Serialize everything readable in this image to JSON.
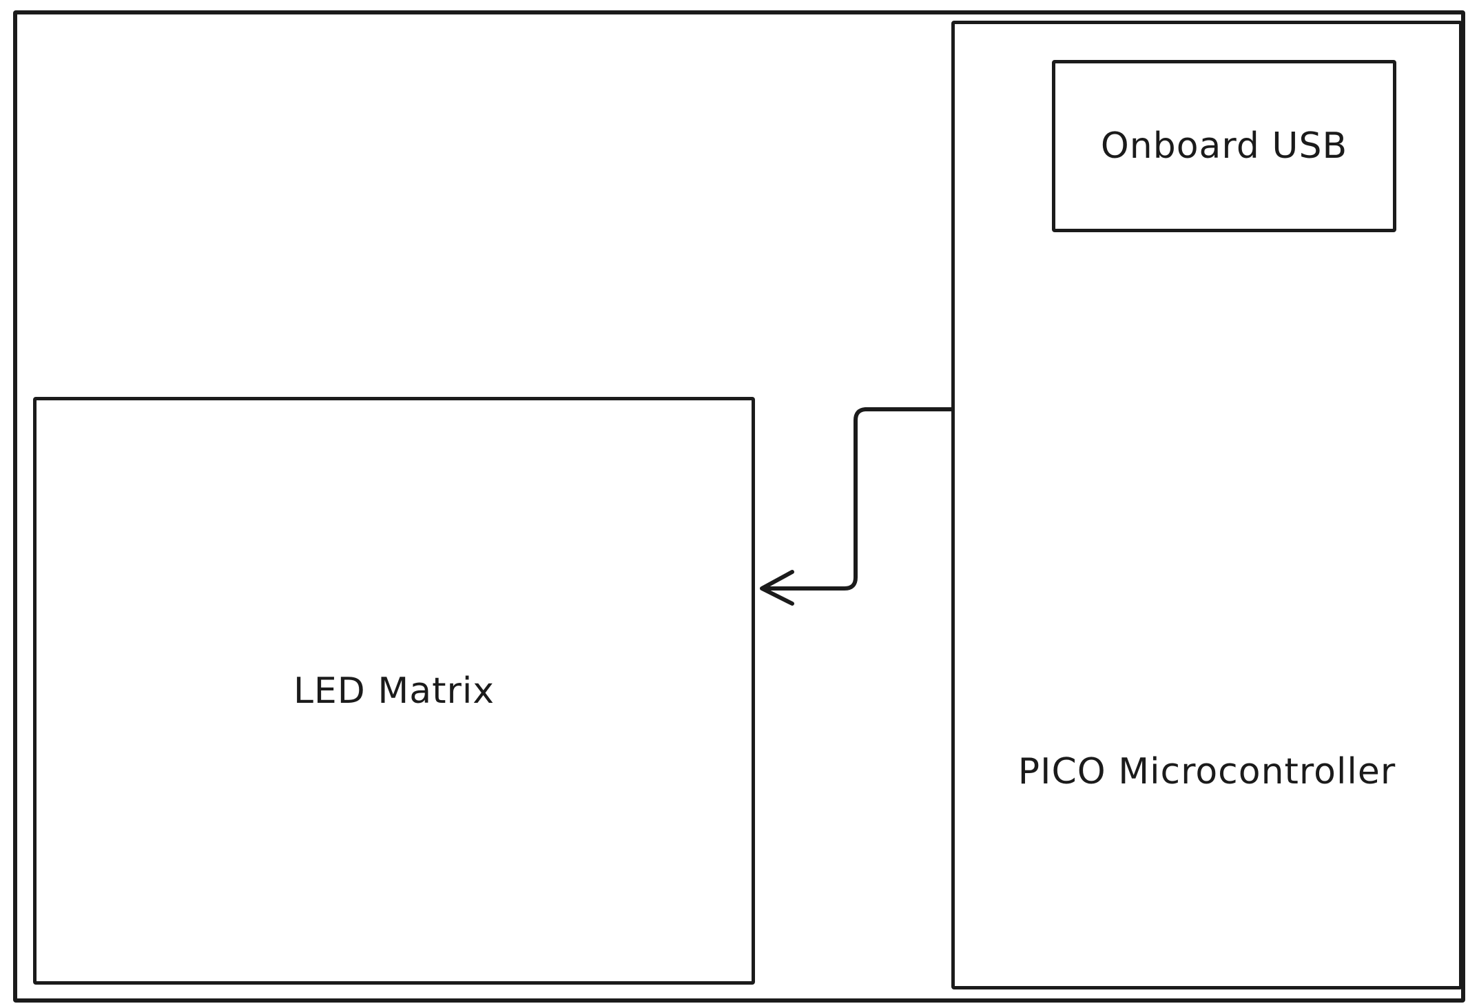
{
  "diagram": {
    "type": "hand-drawn block diagram",
    "colors": {
      "stroke": "#1b1b1b",
      "background": "#ffffff"
    },
    "nodes": {
      "outer_frame": {
        "label": ""
      },
      "led_matrix": {
        "label": "LED Matrix"
      },
      "pico": {
        "label": "PICO Microcontroller"
      },
      "usb": {
        "label": "Onboard USB"
      }
    },
    "edges": [
      {
        "from": "pico",
        "to": "led_matrix",
        "style": "elbow-arrow",
        "direction": "pico left edge into LED Matrix right edge"
      }
    ]
  }
}
